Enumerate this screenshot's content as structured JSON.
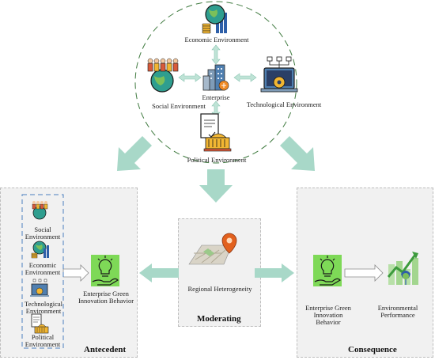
{
  "top": {
    "center_label": "Enterprise",
    "economic_label": "Economic Environment",
    "social_label": "Social Environment",
    "technological_label": "Technological Environment",
    "political_label": "Political Environment"
  },
  "antecedent": {
    "title": "Antecedent",
    "factors": [
      "Social Environment",
      "Economic Environment",
      "Technological Environment",
      "Political Environment"
    ],
    "behavior_label": "Enterprise Green Innovation Behavior"
  },
  "moderating": {
    "title": "Moderating",
    "label": "Regional Heterogeneity"
  },
  "consequence": {
    "title": "Consequence",
    "behavior_label": "Enterprise Green Innovation Behavior",
    "performance_label": "Environmental Performance"
  },
  "colors": {
    "arrow_fill": "#a8d8c8",
    "green": "#3d9b3d",
    "panel_bg": "#f1f1f1",
    "circle_dash": "#3f7a3f"
  }
}
